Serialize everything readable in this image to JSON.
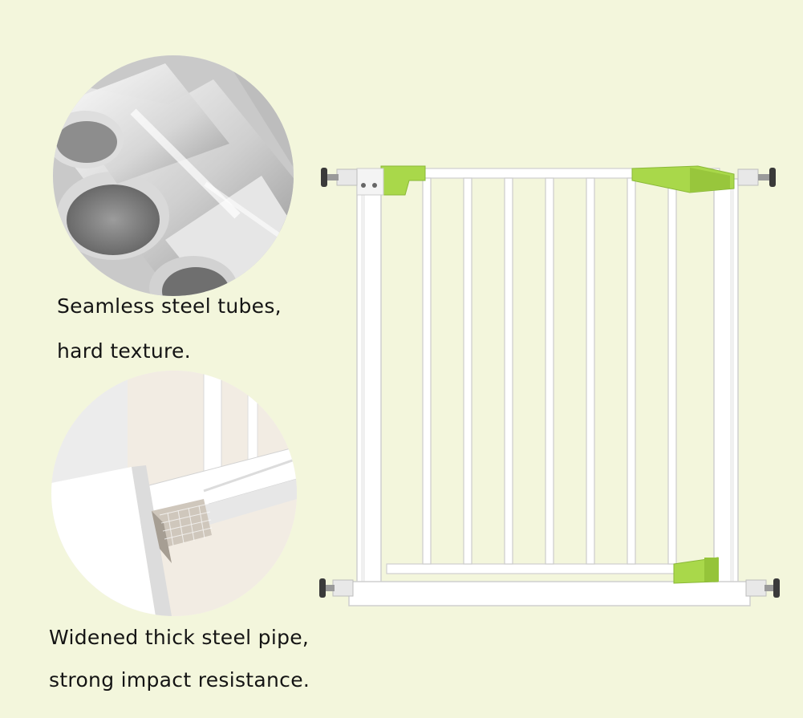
{
  "background_color": "#f3f6dc",
  "accent_color": "#a9d84a",
  "callouts": [
    {
      "image": "steel-tubes-closeup",
      "line1": "Seamless steel tubes,",
      "line2": "hard texture."
    },
    {
      "image": "thick-pipe-closeup",
      "line1": "Widened thick steel pipe,",
      "line2": "strong impact resistance."
    }
  ],
  "product": "baby-safety-gate"
}
